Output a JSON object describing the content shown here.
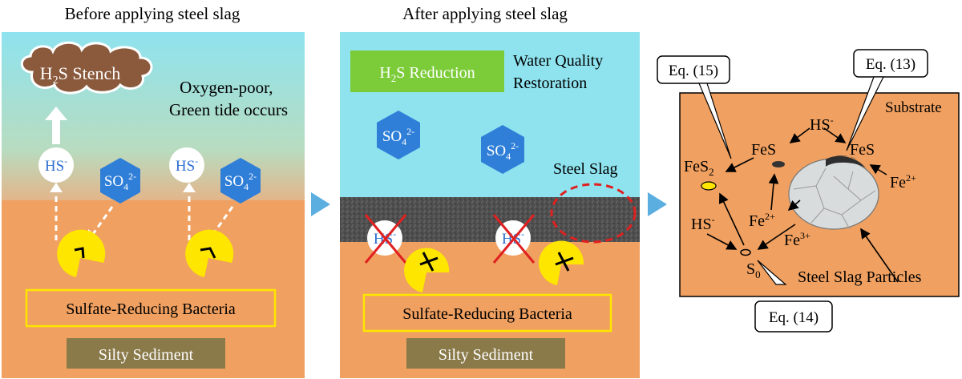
{
  "panel1": {
    "heading": "Before applying steel slag",
    "cloud_h": "H",
    "cloud_sub": "2",
    "cloud_rest": "S Stench",
    "note_line1": "Oxygen-poor,",
    "note_line2": "Green tide occurs",
    "hs": "HS",
    "hs_sup": "-",
    "so4": "SO",
    "so4_sub": "4",
    "so4_sup": "2-",
    "bacteria_label": "Sulfate-Reducing Bacteria",
    "sediment_label": "Silty Sediment"
  },
  "panel2": {
    "heading": "After applying steel slag",
    "reduction_h": "H",
    "reduction_sub": "2",
    "reduction_rest": "S Reduction",
    "water_line1": "Water Quality",
    "water_line2": "Restoration",
    "so4": "SO",
    "so4_sub": "4",
    "so4_sup": "2-",
    "steel_slag": "Steel Slag",
    "hs": "HS",
    "hs_sup": "-",
    "bacteria_label": "Sulfate-Reducing Bacteria",
    "sediment_label": "Silty Sediment"
  },
  "panel3": {
    "eq15": "Eq. (15)",
    "eq13": "Eq. (13)",
    "eq14": "Eq. (14)",
    "substrate": "Substrate",
    "hs_top": "HS",
    "hs_top_sup": "-",
    "fes_left": "FeS",
    "fes_right": "FeS",
    "fes2": "FeS",
    "fes2_sub": "2",
    "fe2_right": "Fe",
    "fe2_right_sup": "2+",
    "hs_left": "HS",
    "hs_left_sup": "-",
    "fe2_mid": "Fe",
    "fe2_mid_sup": "2+",
    "fe3": "Fe",
    "fe3_sup": "3+",
    "s0": "S",
    "s0_sub": "0",
    "particles_label": "Steel Slag Particles"
  },
  "colors": {
    "water": "#8ee3ef",
    "sediment": "#f0a060",
    "hexagon": "#2f7fd8",
    "bacteria": "#ffe600",
    "sediment_box": "#8a7a4a",
    "green_box": "#7ccc3a",
    "arrow_blue": "#5aaee0",
    "slag_layer": "#4a4a4a",
    "cross": "#e02020"
  }
}
